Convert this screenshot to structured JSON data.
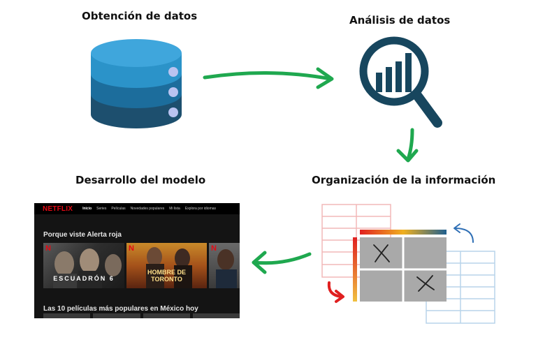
{
  "steps": {
    "obtencion": "Obtención de datos",
    "analisis": "Análisis de datos",
    "organizacion": "Organización de la información",
    "desarrollo": "Desarrollo del modelo"
  },
  "netflix": {
    "logo": "NETFLIX",
    "nav": [
      "Inicio",
      "Series",
      "Películas",
      "Novedades populares",
      "Mi lista",
      "Explora por idiomas"
    ],
    "row_title_1": "Porque viste Alerta roja",
    "row_title_2": "Las 10 películas más populares en México hoy",
    "tiles": [
      {
        "badge": "N",
        "caption": "ESCUADRÓN 6"
      },
      {
        "badge": "N",
        "caption": "HOMBRE DE TORONTO"
      },
      {
        "badge": "N",
        "caption": ""
      }
    ]
  },
  "colors": {
    "arrow_green": "#1fa84f",
    "db_top": "#2b93c9",
    "db_mid": "#1c6d9c",
    "db_bottom": "#1d4f6e",
    "db_dot": "#b9c3f0",
    "magnifier": "#17465e",
    "red_arrow": "#e02020",
    "blue_arrow": "#2f6fb5"
  },
  "icons": [
    "database-icon",
    "magnifier-chart-icon",
    "matrix-icon",
    "netflix-screenshot"
  ]
}
